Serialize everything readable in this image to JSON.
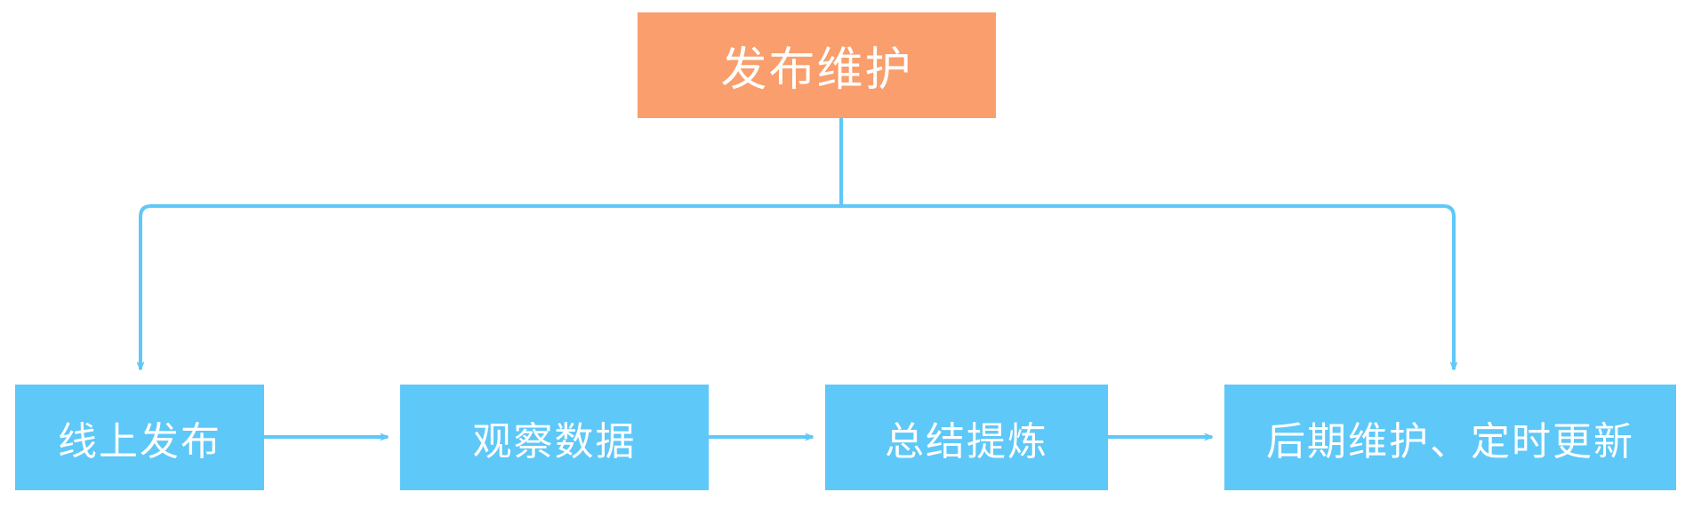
{
  "diagram": {
    "title": "发布维护",
    "type": "flowchart",
    "root": {
      "id": "root",
      "label": "发布维护",
      "color": "#F99E6C",
      "text_color": "#FFFFFF"
    },
    "steps": [
      {
        "id": "step-1",
        "label": "线上发布",
        "color": "#5EC8F8",
        "text_color": "#FFFFFF"
      },
      {
        "id": "step-2",
        "label": "观察数据",
        "color": "#5EC8F8",
        "text_color": "#FFFFFF"
      },
      {
        "id": "step-3",
        "label": "总结提炼",
        "color": "#5EC8F8",
        "text_color": "#FFFFFF"
      },
      {
        "id": "step-4",
        "label": "后期维护、定时更新",
        "color": "#5EC8F8",
        "text_color": "#FFFFFF"
      }
    ],
    "connectors": {
      "line_color": "#5EC8F8",
      "line_width": 4,
      "edges": [
        {
          "from": "root",
          "to": "step-1",
          "style": "orthogonal-arrow"
        },
        {
          "from": "root",
          "to": "step-4",
          "style": "orthogonal-arrow"
        },
        {
          "from": "step-1",
          "to": "step-2",
          "style": "straight-arrow"
        },
        {
          "from": "step-2",
          "to": "step-3",
          "style": "straight-arrow"
        },
        {
          "from": "step-3",
          "to": "step-4",
          "style": "straight-arrow"
        }
      ]
    },
    "background": "#FFFFFF"
  }
}
